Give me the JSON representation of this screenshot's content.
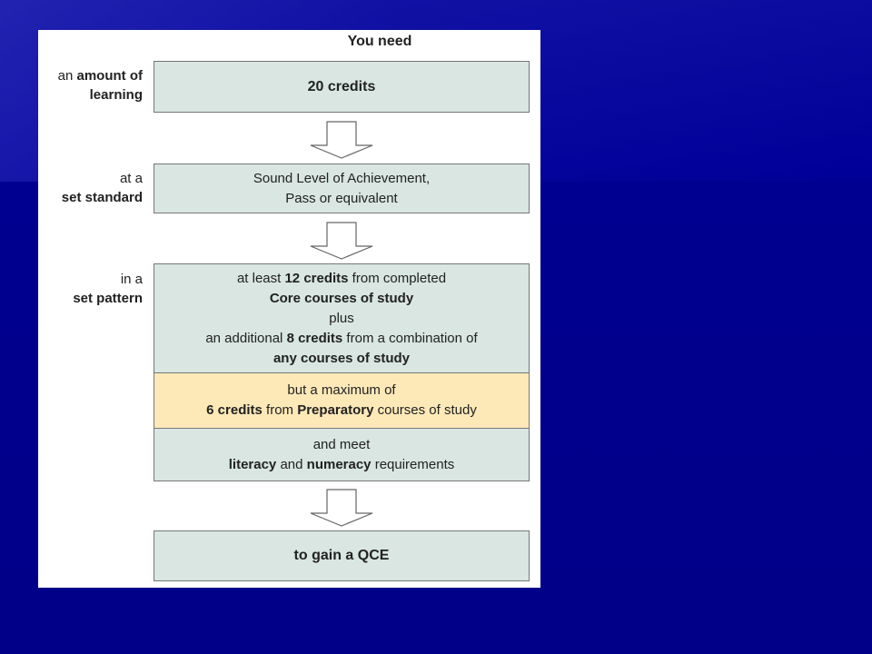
{
  "title": "You need",
  "rows": [
    {
      "label_lines": [
        "an amount of",
        "learning"
      ],
      "label_bold": [
        "amount of",
        "learning"
      ]
    },
    {
      "label_lines": [
        "at a",
        "set standard"
      ]
    },
    {
      "label_lines": [
        "in a",
        "set pattern"
      ]
    }
  ],
  "boxes": {
    "credits": "20 credits",
    "standard": {
      "line1": "Sound Level of Achievement,",
      "line2": "Pass or equivalent"
    },
    "pattern": {
      "l1_pre": "at least ",
      "l1_bold": "12 credits",
      "l1_post": " from completed",
      "l2_bold": "Core courses of study",
      "l3": "plus",
      "l4_pre": "an additional ",
      "l4_bold": "8 credits",
      "l4_post": " from a combination of",
      "l5_bold": "any courses of study"
    },
    "preparatory": {
      "l1": "but a maximum of",
      "l2_bold1": "6 credits",
      "l2_mid": " from ",
      "l2_bold2": "Preparatory",
      "l2_post": " courses of study"
    },
    "literacy": {
      "l1": "and meet",
      "l2_bold1": "literacy",
      "l2_mid": " and ",
      "l2_bold2": "numeracy",
      "l2_post": " requirements"
    },
    "qce": "to gain a QCE"
  },
  "colors": {
    "background": "#000090",
    "box_fill": "#d9e6e2",
    "highlight_fill": "#fde9b8"
  }
}
